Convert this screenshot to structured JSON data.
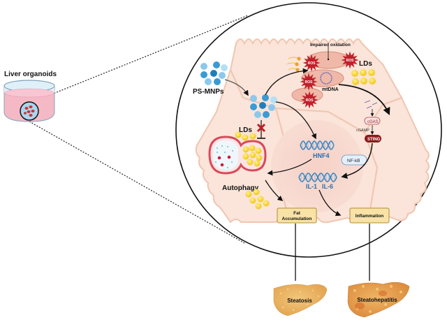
{
  "title": "PS-MNPs induce fat accumulation and inflammation in liver organoids",
  "left": {
    "label": "Liver organoids"
  },
  "cell": {
    "particles_label": "PS-MNPs",
    "impaired_label": "Impaired oxidation",
    "ros_label": "ROS",
    "mtdna_label": "mtDNA",
    "lds_top_label": "LDs",
    "lds_left_label": "LDs",
    "autophagy_label": "Autophagy",
    "hnf4_label": "HNF4",
    "il1_label": "IL-1",
    "il6_label": "IL-6",
    "cgas_label": "cGAS",
    "cgamp_label": "cGAMP",
    "sting_label": "STING",
    "nfkb_label": "NF-kB"
  },
  "outcomes": {
    "fat_line1": "Fat",
    "fat_line2": "Accumulation",
    "inflammation": "Inflammation"
  },
  "livers": {
    "steatosis": "Steatosis",
    "steatohepatitis": "Steatohepatitis"
  },
  "colors": {
    "cell_fill": "#fbe4d9",
    "cell_border": "#f0c6b0",
    "nucleus": "#f6d3cb",
    "ros": "#c0202a",
    "lipid": "#f5d328",
    "particle": "#3a9bd4",
    "dna": "#3e86c0",
    "sting": "#8b1a1a",
    "outcome_box": "#f8e2a6",
    "liver": "#e9b461"
  }
}
